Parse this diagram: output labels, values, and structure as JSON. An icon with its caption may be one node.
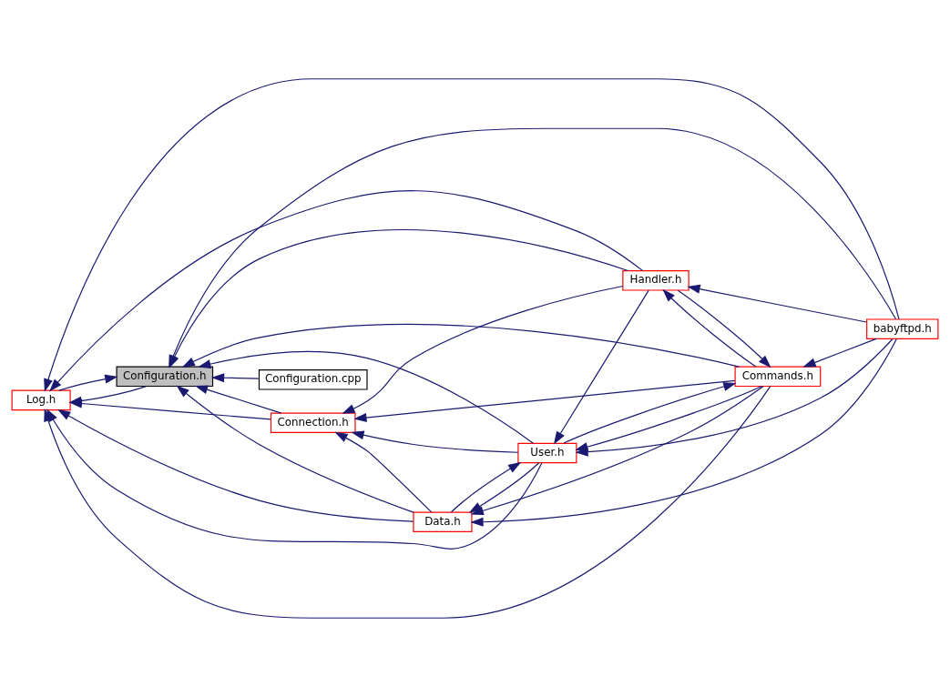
{
  "diagram": {
    "nodes": [
      {
        "text": [
          "Configuration.h"
        ]
      },
      {
        "text": [
          "Log.h"
        ]
      },
      {
        "text": [
          "Connection.h"
        ]
      },
      {
        "text": [
          "Commands.h"
        ]
      },
      {
        "text": [
          "Handler.h"
        ]
      },
      {
        "text": [
          "babyftpd.h"
        ]
      },
      {
        "text": [
          "User.h"
        ]
      },
      {
        "text": [
          "Data.h"
        ]
      },
      {
        "text": [
          "Configuration.cpp"
        ]
      }
    ],
    "edges": [
      {
        "from": 0,
        "to": 1,
        "arrow": "to"
      },
      {
        "from": 1,
        "to": 0,
        "arrow": "to"
      },
      {
        "from": 5,
        "to": 0,
        "arrow": "to"
      },
      {
        "from": 4,
        "to": 0,
        "arrow": "to"
      },
      {
        "from": 2,
        "to": 0,
        "arrow": "to"
      },
      {
        "from": 3,
        "to": 0,
        "arrow": "to"
      },
      {
        "from": 6,
        "to": 0,
        "arrow": "to"
      },
      {
        "from": 7,
        "to": 0,
        "arrow": "to"
      },
      {
        "from": 8,
        "to": 0,
        "arrow": "to"
      },
      {
        "from": 5,
        "to": 1,
        "arrow": "to"
      },
      {
        "from": 4,
        "to": 1,
        "arrow": "to"
      },
      {
        "from": 2,
        "to": 1,
        "arrow": "to"
      },
      {
        "from": 3,
        "to": 1,
        "arrow": "to"
      },
      {
        "from": 6,
        "to": 1,
        "arrow": "to"
      },
      {
        "from": 7,
        "to": 1,
        "arrow": "to"
      },
      {
        "from": 4,
        "to": 2,
        "arrow": "to"
      },
      {
        "from": 3,
        "to": 2,
        "arrow": "to"
      },
      {
        "from": 6,
        "to": 2,
        "arrow": "to"
      },
      {
        "from": 7,
        "to": 2,
        "arrow": "to"
      },
      {
        "from": 5,
        "to": 4,
        "arrow": "to"
      },
      {
        "from": 3,
        "to": 4,
        "arrow": "to"
      },
      {
        "from": 4,
        "to": 3,
        "arrow": "to"
      },
      {
        "from": 5,
        "to": 3,
        "arrow": "to"
      },
      {
        "from": 6,
        "to": 3,
        "arrow": "to"
      },
      {
        "from": 4,
        "to": 6,
        "arrow": "to"
      },
      {
        "from": 3,
        "to": 6,
        "arrow": "to"
      },
      {
        "from": 5,
        "to": 6,
        "arrow": "to"
      },
      {
        "from": 7,
        "to": 6,
        "arrow": "to"
      },
      {
        "from": 6,
        "to": 7,
        "arrow": "to"
      },
      {
        "from": 3,
        "to": 7,
        "arrow": "to"
      },
      {
        "from": 5,
        "to": 7,
        "arrow": "to"
      }
    ]
  }
}
